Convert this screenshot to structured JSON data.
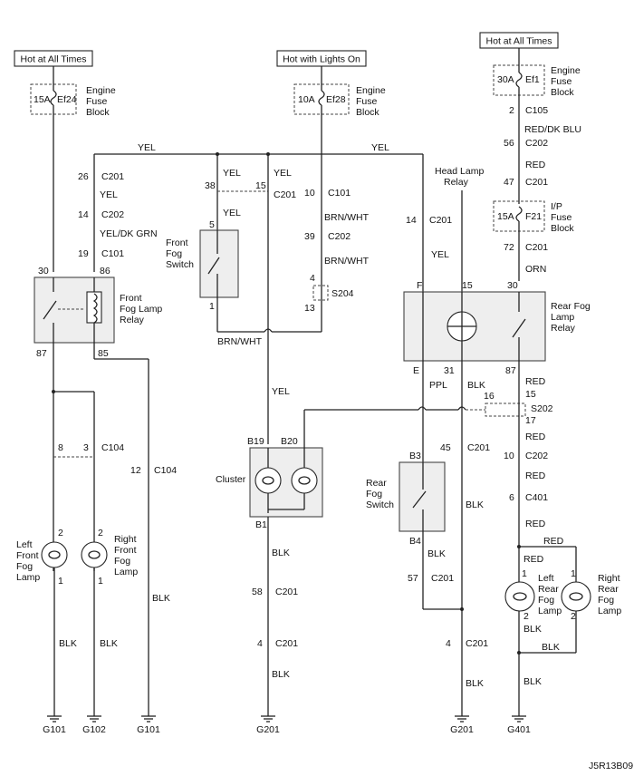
{
  "diagram_id": "J5R13B09",
  "colors": {
    "wire": "#222222",
    "background": "#ffffff",
    "component_fill": "#eeeeee"
  },
  "power": {
    "left": "Hot at All Times",
    "center": "Hot with Lights On",
    "right": "Hot at All Times"
  },
  "fuses": {
    "ef24": {
      "amp": "15A",
      "id": "Ef24",
      "block": [
        "Engine",
        "Fuse",
        "Block"
      ]
    },
    "ef28": {
      "amp": "10A",
      "id": "Ef28",
      "block": [
        "Engine",
        "Fuse",
        "Block"
      ]
    },
    "ef1": {
      "amp": "30A",
      "id": "Ef1",
      "block": [
        "Engine",
        "Fuse",
        "Block"
      ]
    },
    "f21": {
      "amp": "15A",
      "id": "F21",
      "block": [
        "I/P",
        "Fuse",
        "Block"
      ]
    }
  },
  "components": {
    "front_fog_relay": [
      "Front",
      "Fog Lamp",
      "Relay"
    ],
    "front_fog_switch": [
      "Front",
      "Fog",
      "Switch"
    ],
    "head_lamp_relay": [
      "Head Lamp",
      "Relay"
    ],
    "rear_fog_relay": [
      "Rear Fog",
      "Lamp",
      "Relay"
    ],
    "cluster": "Cluster",
    "rear_fog_switch": [
      "Rear",
      "Fog",
      "Switch"
    ],
    "left_front_fog": [
      "Left",
      "Front",
      "Fog",
      "Lamp"
    ],
    "right_front_fog": [
      "Right",
      "Front",
      "Fog",
      "Lamp"
    ],
    "left_rear_fog": [
      "Left",
      "Rear",
      "Fog",
      "Lamp"
    ],
    "right_rear_fog": [
      "Right",
      "Rear",
      "Fog",
      "Lamp"
    ]
  },
  "wire_colors": {
    "yel": "YEL",
    "yel_dk_grn": "YEL/DK GRN",
    "brn_wht": "BRN/WHT",
    "red_dk_blu": "RED/DK BLU",
    "red": "RED",
    "orn": "ORN",
    "ppl": "PPL",
    "blk": "BLK"
  },
  "connectors": {
    "c201": "C201",
    "c202": "C202",
    "c101": "C101",
    "c104": "C104",
    "c105": "C105",
    "c401": "C401",
    "s204": "S204",
    "s202": "S202"
  },
  "pins": {
    "p26": "26",
    "p14": "14",
    "p19": "19",
    "p30": "30",
    "p86": "86",
    "p87": "87",
    "p85": "85",
    "p38": "38",
    "p15": "15",
    "p5": "5",
    "p1": "1",
    "p10": "10",
    "p39": "39",
    "p4": "4",
    "p13": "13",
    "p8": "8",
    "p3": "3",
    "p12": "12",
    "p2": "2",
    "pB19": "B19",
    "pB20": "B20",
    "pB1": "B1",
    "p58": "58",
    "pF": "F",
    "pE": "E",
    "p31": "31",
    "p16": "16",
    "p17": "17",
    "pB3": "B3",
    "pB4": "B4",
    "p45": "45",
    "p57": "57",
    "p56": "56",
    "p47": "47",
    "p72": "72",
    "p6": "6"
  },
  "grounds": {
    "g101": "G101",
    "g102": "G102",
    "g201": "G201",
    "g401": "G401"
  }
}
